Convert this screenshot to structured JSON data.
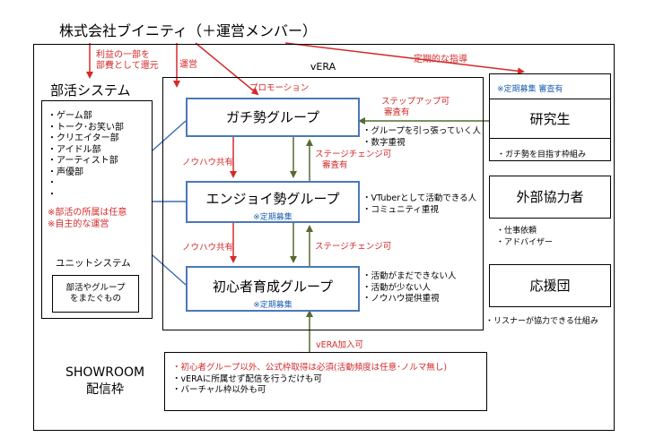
{
  "company": "株式会社ブイニティ（＋運営メンバー）",
  "labels": {
    "profit_line1": "利益の一部を",
    "profit_line2": "部費として還元",
    "unei": "運営",
    "promotion": "プロモーション",
    "teiki": "定期的な指導",
    "vera": "vERA",
    "knowhow1": "ノウハウ共有",
    "knowhow2": "ノウハウ共有",
    "step_up1": "ステップアップ可",
    "step_up2": "審査有",
    "stage1_line1": "ステージチェンジ可",
    "stage1_line2": "審査有",
    "stage2": "ステージチェンジ可",
    "vera_join": "vERA加入可"
  },
  "bukatsu": {
    "title": "部活システム",
    "items": [
      "・ゲーム部",
      "・トーク･お笑い部",
      "・クリエイター部",
      "・アイドル部",
      "・アーティスト部",
      "・声優部",
      "・",
      "・"
    ],
    "notes": [
      "※部活の所属は任意",
      "※自主的な運営"
    ],
    "unit_title": "ユニットシステム",
    "unit_text1": "部活やグループ",
    "unit_text2": "をまたぐもの"
  },
  "gachi": {
    "title": "ガチ勢グループ",
    "notes": [
      "・グループを引っ張っていく人",
      "・数字重視"
    ]
  },
  "enjoy": {
    "title": "エンジョイ勢グループ",
    "sub": "※定期募集",
    "notes": [
      "・VTuberとして活動できる人",
      "・コミュニティ重視"
    ]
  },
  "shoshin": {
    "title": "初心者育成グループ",
    "sub": "※定期募集",
    "notes": [
      "・活動がまだできない人",
      "・活動が少ない人",
      "・ノウハウ提供重視"
    ]
  },
  "kenkyusei": {
    "header": "※定期募集 審査有",
    "title": "研究生",
    "note": "・ガチ勢を目指す枠組み"
  },
  "gaibu": {
    "title": "外部協力者",
    "notes": [
      "・仕事依頼",
      "・アドバイザー"
    ]
  },
  "ouen": {
    "title": "応援団",
    "note": "・リスナーが協力できる仕組み"
  },
  "showroom": {
    "title1": "SHOWROOM",
    "title2": "配信枠",
    "lines": [
      "・初心者グループ以外、公式枠取得は必須(活動頻度は任意･ノルマ無し)",
      "・vERAに所属せず配信を行うだけも可",
      "・バーチャル枠以外も可"
    ]
  },
  "colors": {
    "accent_blue": "#4a78b8",
    "red": "#d42a2a",
    "green_arrow": "#556b2f",
    "text_blue": "#1f5fb0"
  }
}
